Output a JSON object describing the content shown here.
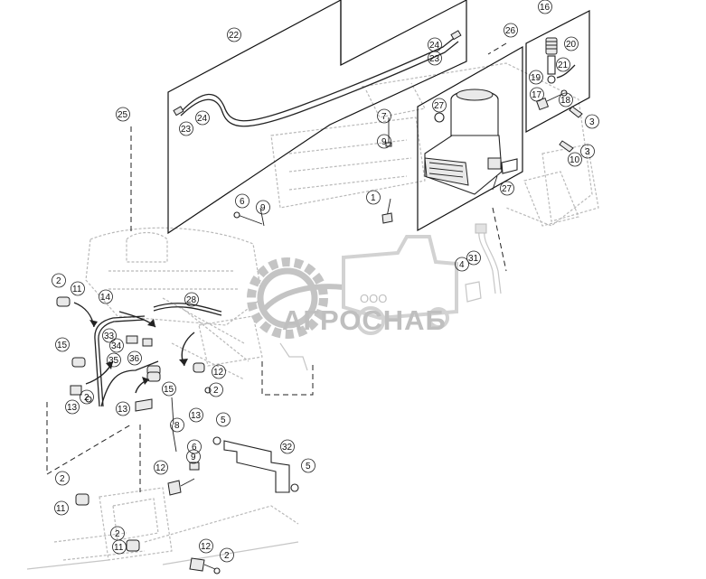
{
  "watermark": {
    "company_prefix": "ООО",
    "company_name": "АГРОСНАБ",
    "gear_color": "#bdbdbd",
    "text_color": "#c8c8c8"
  },
  "callouts": [
    "22",
    "24",
    "23",
    "24",
    "23",
    "25",
    "26",
    "16",
    "20",
    "19",
    "21",
    "17",
    "18",
    "3",
    "27",
    "7",
    "9",
    "3",
    "10",
    "27",
    "6",
    "9",
    "1",
    "31",
    "4",
    "2",
    "11",
    "14",
    "28",
    "33",
    "34",
    "35",
    "36",
    "15",
    "12",
    "13",
    "2",
    "2",
    "15",
    "13",
    "8",
    "13",
    "9",
    "6",
    "5",
    "32",
    "12",
    "5",
    "2",
    "11",
    "2",
    "11",
    "12",
    "2"
  ]
}
